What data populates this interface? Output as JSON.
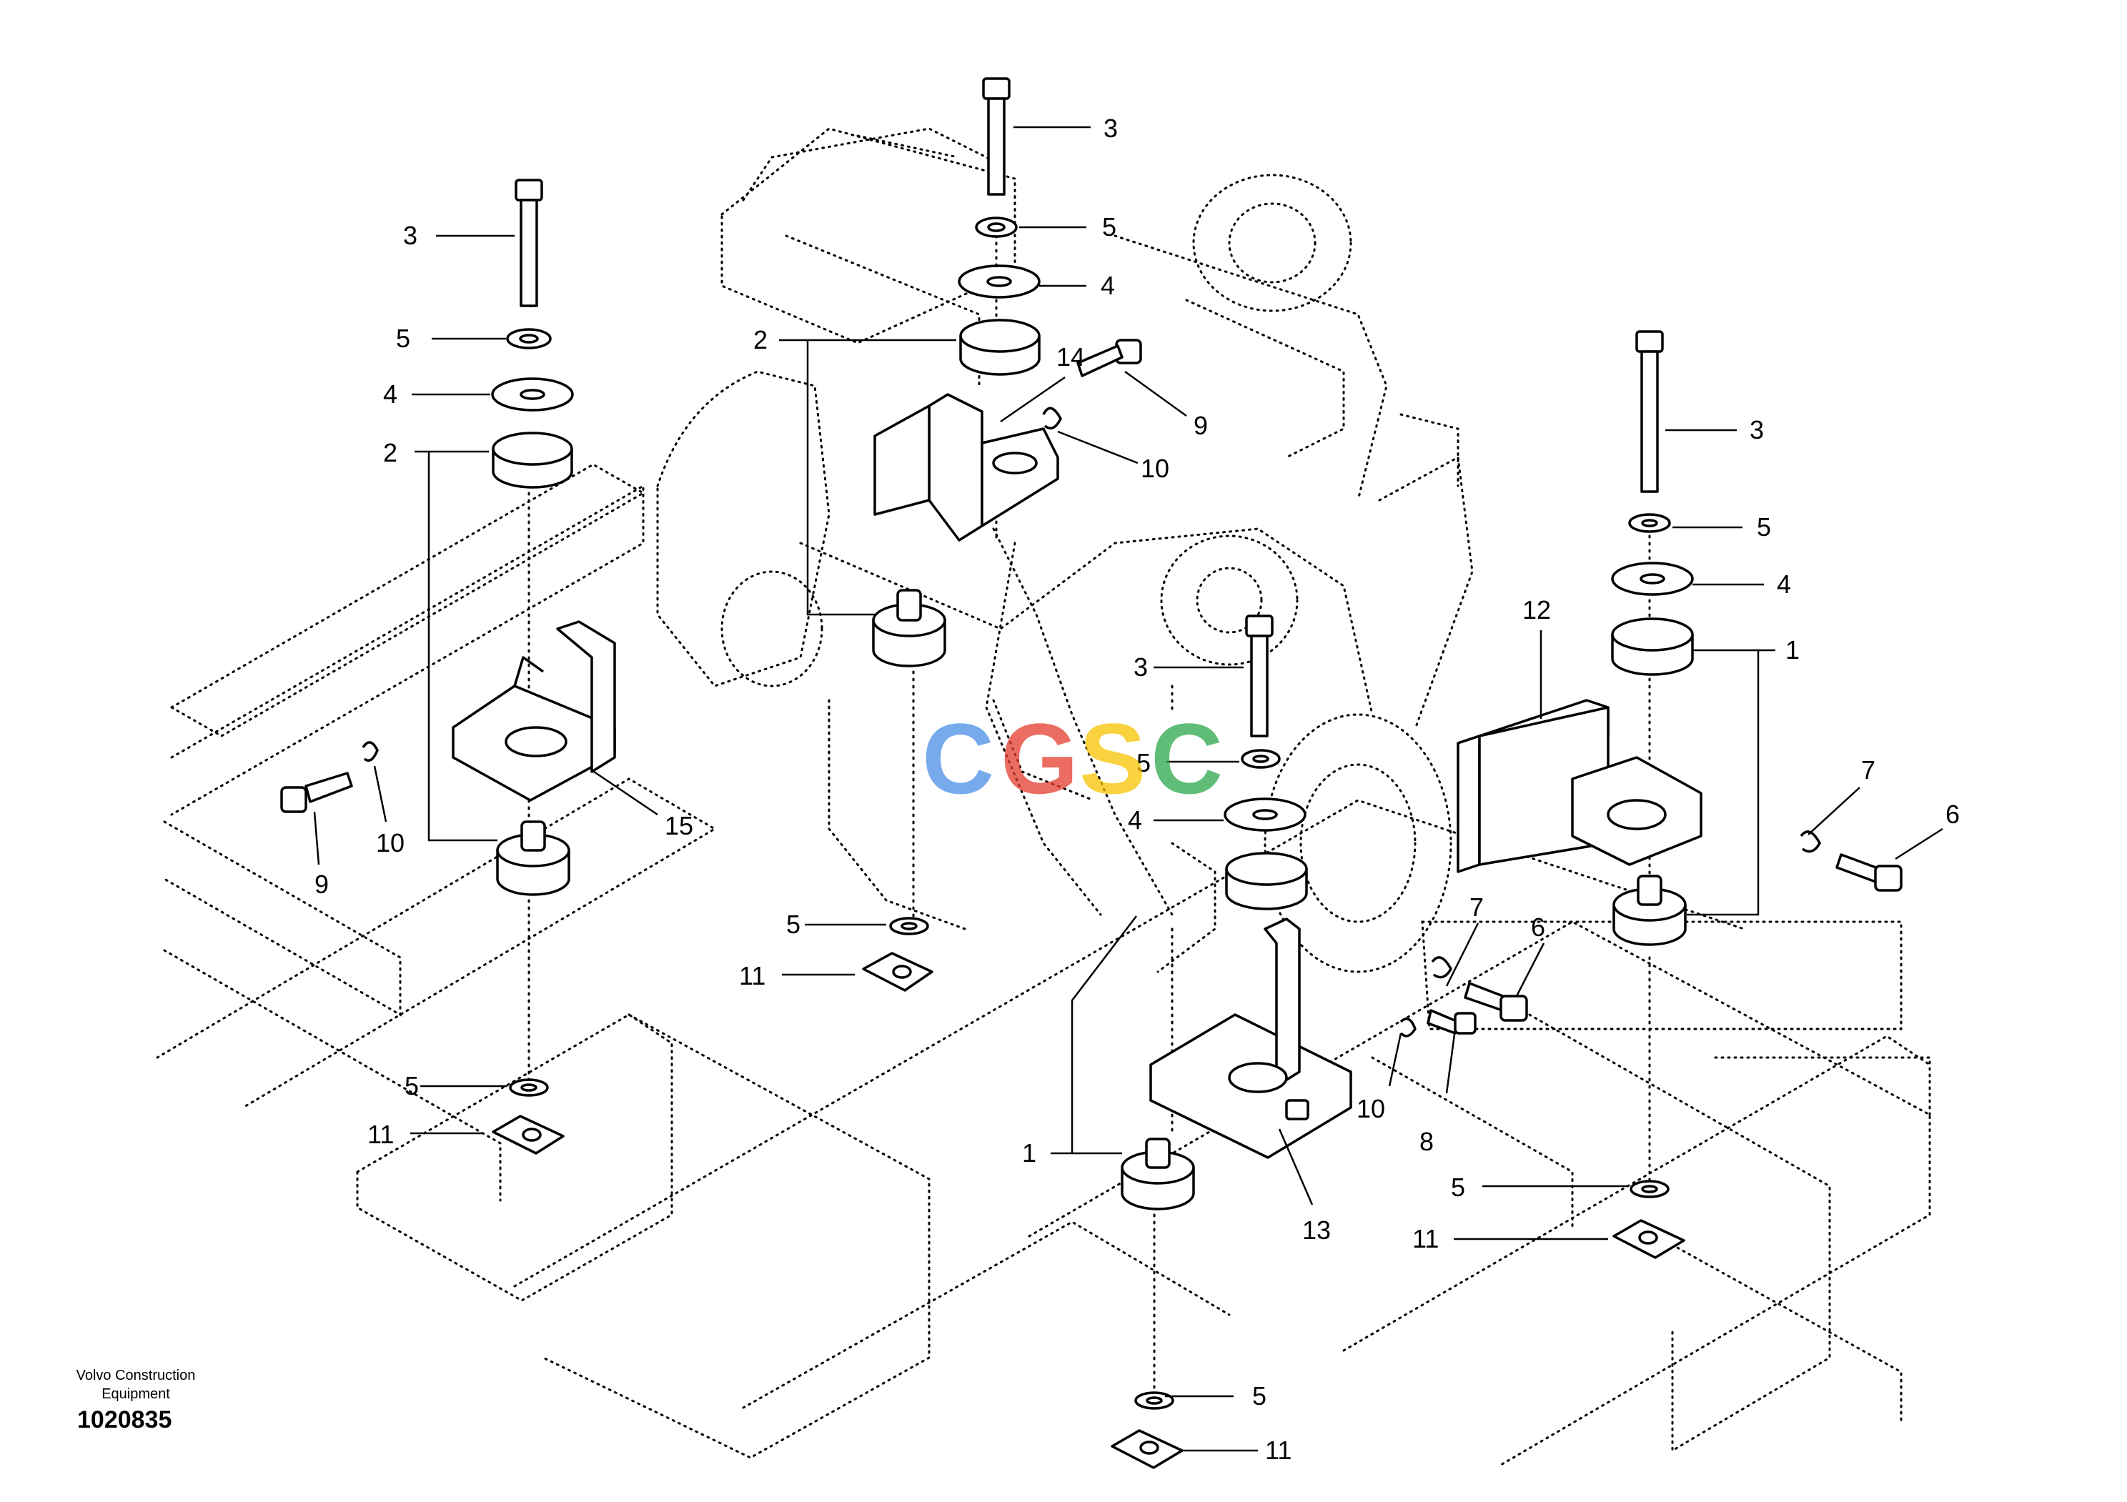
{
  "footer": {
    "brand_line1": "Volvo Construction",
    "brand_line2": "Equipment",
    "document_number": "1020835"
  },
  "watermark": {
    "letters": [
      "C",
      "G",
      "S",
      "C"
    ],
    "colors": [
      "#4a8ee8",
      "#e53b2c",
      "#f6c400",
      "#2aa84a"
    ]
  },
  "callouts": [
    "3",
    "5",
    "4",
    "2",
    "14",
    "9",
    "10",
    "3",
    "5",
    "4",
    "2",
    "9",
    "10",
    "15",
    "5",
    "11",
    "5",
    "11",
    "3",
    "5",
    "4",
    "1",
    "12",
    "3",
    "5",
    "4",
    "1",
    "7",
    "6",
    "7",
    "6",
    "10",
    "8",
    "13",
    "5",
    "11",
    "5",
    "11"
  ]
}
